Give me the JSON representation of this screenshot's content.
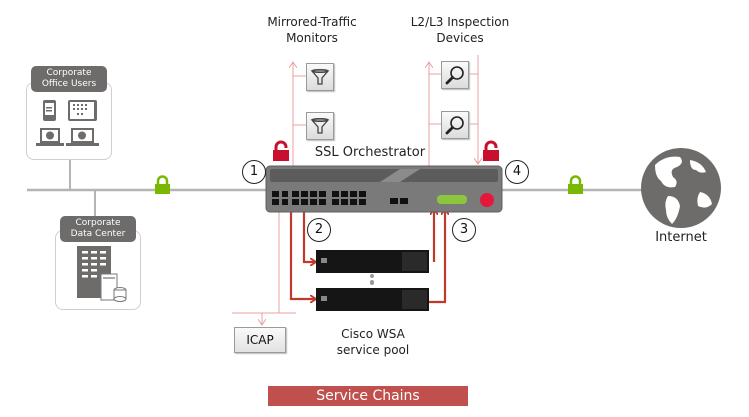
{
  "title": "SSL Orchestrator with Cisco WSA service chain",
  "colors": {
    "accent_red": "#c8102e",
    "flow_red": "#c0392b",
    "light_red": "#e8a0a0",
    "lock_green": "#7ab800",
    "line_gray": "#b0b0b0",
    "icon_gray": "#6e6b6b",
    "banner": "#c0504d",
    "status_green": "#8cc63f"
  },
  "groups": {
    "office": {
      "title_line1": "Corporate",
      "title_line2": "Office Users",
      "icons": [
        "mobile-phone-icon",
        "tablet-icon",
        "laptop-globe-icon",
        "laptop-globe-icon"
      ]
    },
    "datacenter": {
      "title_line1": "Corporate",
      "title_line2": "Data Center",
      "icons": [
        "building-icon",
        "server-database-icon"
      ]
    }
  },
  "labels": {
    "mirrored_line1": "Mirrored-Traffic",
    "mirrored_line2": "Monitors",
    "inspection_line1": "L2/L3 Inspection",
    "inspection_line2": "Devices",
    "orchestrator": "SSL Orchestrator",
    "internet": "Internet",
    "wsa_line1": "Cisco WSA",
    "wsa_line2": "service pool",
    "icap": "ICAP",
    "banner": "Service Chains"
  },
  "steps": [
    "1",
    "2",
    "3",
    "4"
  ],
  "locks": [
    {
      "state": "locked",
      "color": "green",
      "segment": "client-side"
    },
    {
      "state": "unlocked",
      "color": "red",
      "segment": "decrypted-ingress"
    },
    {
      "state": "unlocked",
      "color": "red",
      "segment": "decrypted-egress"
    },
    {
      "state": "locked",
      "color": "green",
      "segment": "internet-side"
    }
  ],
  "mirrored_monitors": [
    "filter-icon",
    "filter-icon"
  ],
  "inspection_devices": [
    "magnifier-icon",
    "magnifier-icon"
  ],
  "wsa_appliances": 2
}
